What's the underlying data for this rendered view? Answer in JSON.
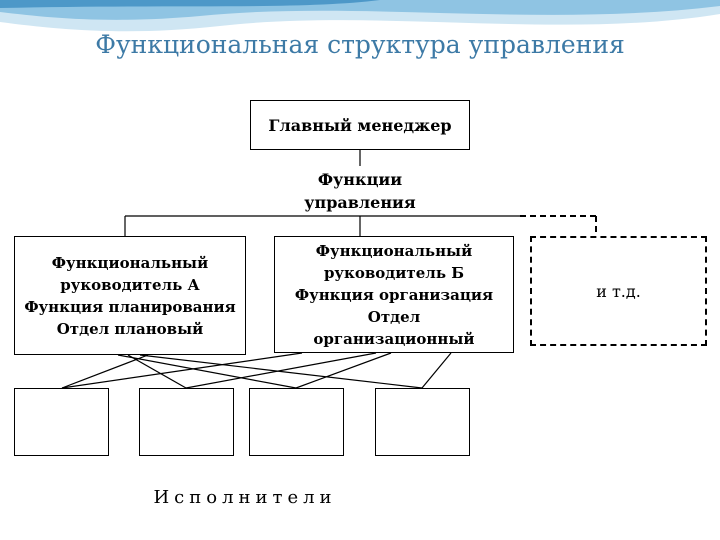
{
  "title": "Функциональная структура управления",
  "diagram": {
    "top": "Главный менеджер",
    "functions_label": "Функции\nуправления",
    "manager_a": "Функциональный\nруководитель А\nФункция планирования\nОтдел плановый",
    "manager_b": "Функциональный\nруководитель Б\nФункция организация\nОтдел\nорганизационный",
    "etc": "и т.д.",
    "executors_label": "Исполнители"
  }
}
